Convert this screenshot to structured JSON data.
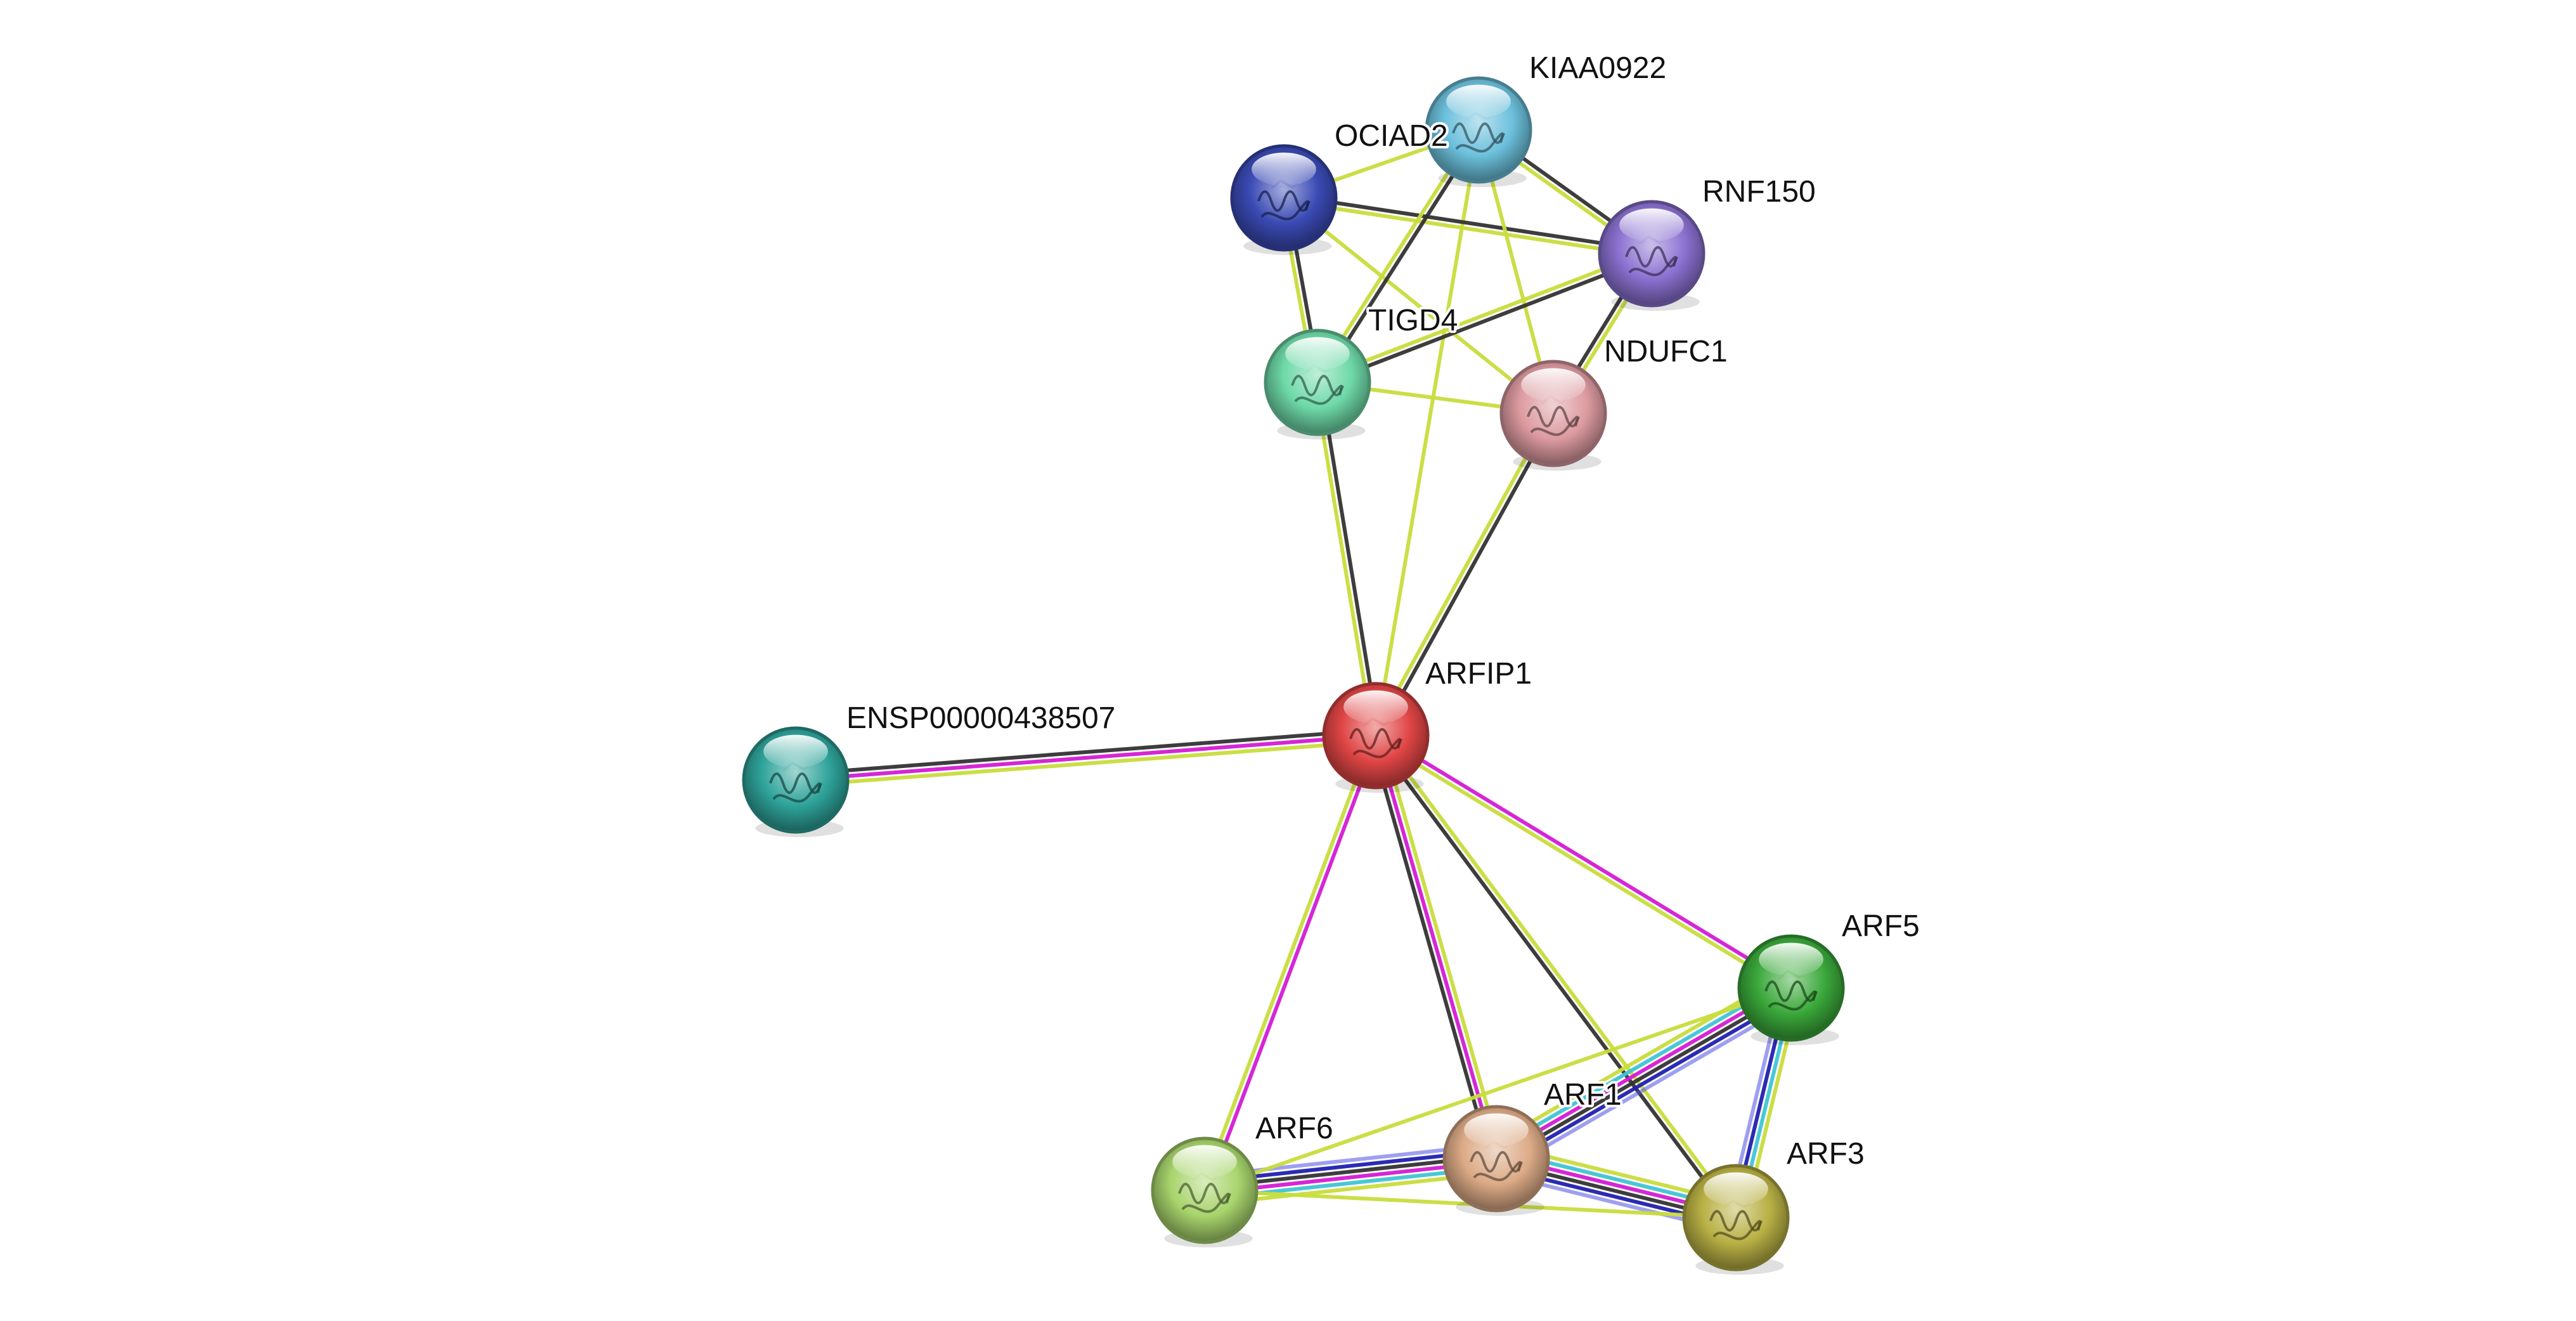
{
  "diagram": {
    "type": "protein-interaction-network",
    "evidence_colors": {
      "textmining": "#c8dc3c",
      "coexpression": "#333333",
      "experiments": "#d41ad4",
      "databases": "#3fc4d4",
      "homology": "#5050e6",
      "cooccurrence": "#2020b0"
    },
    "nodes": [
      {
        "id": "ARFIP1",
        "label": "ARFIP1",
        "color": "#e04545",
        "icon": "protein-structure-icon"
      },
      {
        "id": "ENSP00000438507",
        "label": "ENSP00000438507",
        "color": "#2ea39a",
        "icon": "protein-structure-icon"
      },
      {
        "id": "KIAA0922",
        "label": "KIAA0922",
        "color": "#6cc0dc",
        "icon": "protein-structure-icon"
      },
      {
        "id": "OCIAD2",
        "label": "OCIAD2",
        "color": "#3a4ab4",
        "icon": "protein-structure-icon"
      },
      {
        "id": "RNF150",
        "label": "RNF150",
        "color": "#8a70d0",
        "icon": "protein-structure-icon"
      },
      {
        "id": "TIGD4",
        "label": "TIGD4",
        "color": "#6ed9a8",
        "icon": "protein-structure-icon"
      },
      {
        "id": "NDUFC1",
        "label": "NDUFC1",
        "color": "#dc9aa0",
        "icon": "protein-structure-icon"
      },
      {
        "id": "ARF5",
        "label": "ARF5",
        "color": "#3aa83a",
        "icon": "protein-structure-icon"
      },
      {
        "id": "ARF1",
        "label": "ARF1",
        "color": "#dcaa86",
        "icon": "protein-structure-icon"
      },
      {
        "id": "ARF6",
        "label": "ARF6",
        "color": "#a8d46c",
        "icon": "protein-structure-icon"
      },
      {
        "id": "ARF3",
        "label": "ARF3",
        "color": "#b8b044",
        "icon": "protein-structure-icon"
      }
    ],
    "edges": [
      {
        "source": "ARFIP1",
        "target": "TIGD4",
        "evidence": [
          "textmining",
          "coexpression"
        ]
      },
      {
        "source": "ARFIP1",
        "target": "NDUFC1",
        "evidence": [
          "textmining",
          "coexpression"
        ]
      },
      {
        "source": "ARFIP1",
        "target": "KIAA0922",
        "evidence": [
          "textmining"
        ]
      },
      {
        "source": "ARFIP1",
        "target": "ENSP00000438507",
        "evidence": [
          "textmining",
          "experiments",
          "coexpression"
        ]
      },
      {
        "source": "ARFIP1",
        "target": "ARF6",
        "evidence": [
          "experiments",
          "textmining"
        ]
      },
      {
        "source": "ARFIP1",
        "target": "ARF1",
        "evidence": [
          "textmining",
          "experiments",
          "coexpression"
        ]
      },
      {
        "source": "ARFIP1",
        "target": "ARF3",
        "evidence": [
          "textmining",
          "coexpression"
        ]
      },
      {
        "source": "ARFIP1",
        "target": "ARF5",
        "evidence": [
          "experiments",
          "textmining"
        ]
      },
      {
        "source": "OCIAD2",
        "target": "KIAA0922",
        "evidence": [
          "textmining"
        ]
      },
      {
        "source": "OCIAD2",
        "target": "RNF150",
        "evidence": [
          "coexpression",
          "textmining"
        ]
      },
      {
        "source": "OCIAD2",
        "target": "TIGD4",
        "evidence": [
          "coexpression",
          "textmining"
        ]
      },
      {
        "source": "OCIAD2",
        "target": "NDUFC1",
        "evidence": [
          "textmining"
        ]
      },
      {
        "source": "KIAA0922",
        "target": "RNF150",
        "evidence": [
          "coexpression",
          "textmining"
        ]
      },
      {
        "source": "KIAA0922",
        "target": "TIGD4",
        "evidence": [
          "coexpression",
          "textmining"
        ]
      },
      {
        "source": "KIAA0922",
        "target": "NDUFC1",
        "evidence": [
          "textmining"
        ]
      },
      {
        "source": "RNF150",
        "target": "TIGD4",
        "evidence": [
          "coexpression",
          "textmining"
        ]
      },
      {
        "source": "RNF150",
        "target": "NDUFC1",
        "evidence": [
          "textmining",
          "coexpression"
        ]
      },
      {
        "source": "TIGD4",
        "target": "NDUFC1",
        "evidence": [
          "textmining"
        ]
      },
      {
        "source": "ARF1",
        "target": "ARF6",
        "evidence": [
          "textmining",
          "databases",
          "experiments",
          "coexpression",
          "cooccurrence",
          "homology"
        ]
      },
      {
        "source": "ARF1",
        "target": "ARF5",
        "evidence": [
          "textmining",
          "databases",
          "experiments",
          "coexpression",
          "cooccurrence",
          "homology"
        ]
      },
      {
        "source": "ARF1",
        "target": "ARF3",
        "evidence": [
          "textmining",
          "databases",
          "experiments",
          "coexpression",
          "cooccurrence",
          "homology"
        ]
      },
      {
        "source": "ARF5",
        "target": "ARF3",
        "evidence": [
          "textmining",
          "databases",
          "cooccurrence",
          "homology"
        ]
      },
      {
        "source": "ARF6",
        "target": "ARF5",
        "evidence": [
          "textmining"
        ]
      },
      {
        "source": "ARF6",
        "target": "ARF3",
        "evidence": [
          "textmining"
        ]
      }
    ]
  }
}
